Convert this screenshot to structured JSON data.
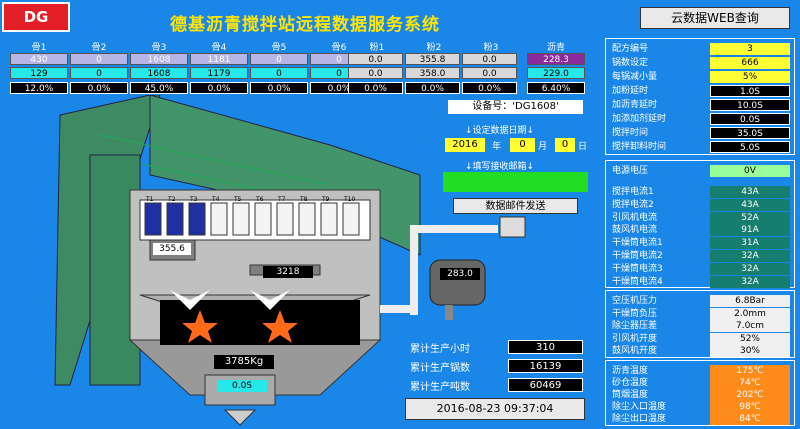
{
  "header": {
    "logo": "DG",
    "title": "德基沥青搅拌站远程数据服务系统",
    "web_button": "云数据WEB查询"
  },
  "aggregates": [
    {
      "label": "骨1",
      "set": "430",
      "actual": "129",
      "pct": "12.0%"
    },
    {
      "label": "骨2",
      "set": "0",
      "actual": "0",
      "pct": "0.0%"
    },
    {
      "label": "骨3",
      "set": "1608",
      "actual": "1608",
      "pct": "45.0%"
    },
    {
      "label": "骨4",
      "set": "1181",
      "actual": "1179",
      "pct": "0.0%"
    },
    {
      "label": "骨5",
      "set": "0",
      "actual": "0",
      "pct": "0.0%"
    },
    {
      "label": "骨6",
      "set": "0",
      "actual": "0",
      "pct": "0.0%"
    }
  ],
  "powders": [
    {
      "label": "粉1",
      "set": "0.0",
      "actual": "0.0",
      "pct": "0.0%"
    },
    {
      "label": "粉2",
      "set": "355.8",
      "actual": "358.0",
      "pct": "0.0%"
    },
    {
      "label": "粉3",
      "set": "0.0",
      "actual": "0.0",
      "pct": "0.0%"
    }
  ],
  "asphalt": {
    "label": "沥青",
    "set": "228.3",
    "actual": "229.0",
    "pct": "6.40%"
  },
  "device": {
    "id_label": "设备号：'DG1608'",
    "date_prompt": "↓设定数据日期↓",
    "year": "2016",
    "year_unit": "年",
    "month": "0",
    "month_unit": "月",
    "day": "0",
    "day_unit": "日",
    "email_prompt": "↓填写接收邮箱↓",
    "email_value": "",
    "send_button": "数据邮件发送"
  },
  "plant": {
    "hopper_labels": [
      "T1",
      "T2",
      "T3",
      "T4",
      "T5",
      "T6",
      "T7",
      "T8",
      "T9",
      "T10"
    ],
    "powder_scale": "355.6",
    "agg_scale": "3218",
    "asphalt_tank": "283.0",
    "mixer_weight": "3785Kg",
    "discharge": "0.0S"
  },
  "stats": {
    "hours_label": "累计生产小时",
    "hours": "310",
    "batches_label": "累计生产锅数",
    "batches": "16139",
    "tons_label": "累计生产吨数",
    "tons": "60469",
    "datetime": "2016-08-23 09:37:04"
  },
  "recipe": [
    {
      "label": "配方编号",
      "value": "3",
      "style": "yellow"
    },
    {
      "label": "锅数设定",
      "value": "666",
      "style": "yellow"
    },
    {
      "label": "每锅减小量",
      "value": "5%",
      "style": "yellow"
    },
    {
      "label": "加粉延时",
      "value": "1.0S",
      "style": "black"
    },
    {
      "label": "加沥青延时",
      "value": "10.0S",
      "style": "black"
    },
    {
      "label": "加添加剂延时",
      "value": "0.0S",
      "style": "black"
    },
    {
      "label": "搅拌时间",
      "value": "35.0S",
      "style": "black"
    },
    {
      "label": "搅拌卸料时间",
      "value": "5.0S",
      "style": "black"
    }
  ],
  "voltage": {
    "label": "电源电压",
    "value": "0V"
  },
  "currents": [
    {
      "label": "搅拌电流1",
      "value": "43A"
    },
    {
      "label": "搅拌电流2",
      "value": "43A"
    },
    {
      "label": "引风机电流",
      "value": "52A"
    },
    {
      "label": "鼓风机电流",
      "value": "91A"
    },
    {
      "label": "干燥筒电流1",
      "value": "31A"
    },
    {
      "label": "干燥筒电流2",
      "value": "32A"
    },
    {
      "label": "干燥筒电流3",
      "value": "32A"
    },
    {
      "label": "干燥筒电流4",
      "value": "32A"
    }
  ],
  "pressures": [
    {
      "label": "空压机压力",
      "value": "6.8Bar"
    },
    {
      "label": "干燥筒负压",
      "value": "2.0mm"
    },
    {
      "label": "除尘器压差",
      "value": "7.0cm"
    },
    {
      "label": "引风机开度",
      "value": "52%"
    },
    {
      "label": "鼓风机开度",
      "value": "30%"
    }
  ],
  "temps": [
    {
      "label": "沥青温度",
      "value": "175℃"
    },
    {
      "label": "砂仓温度",
      "value": "74℃"
    },
    {
      "label": "筒烟温度",
      "value": "202℃"
    },
    {
      "label": "除尘入口温度",
      "value": "98℃"
    },
    {
      "label": "除尘出口温度",
      "value": "84℃"
    }
  ]
}
